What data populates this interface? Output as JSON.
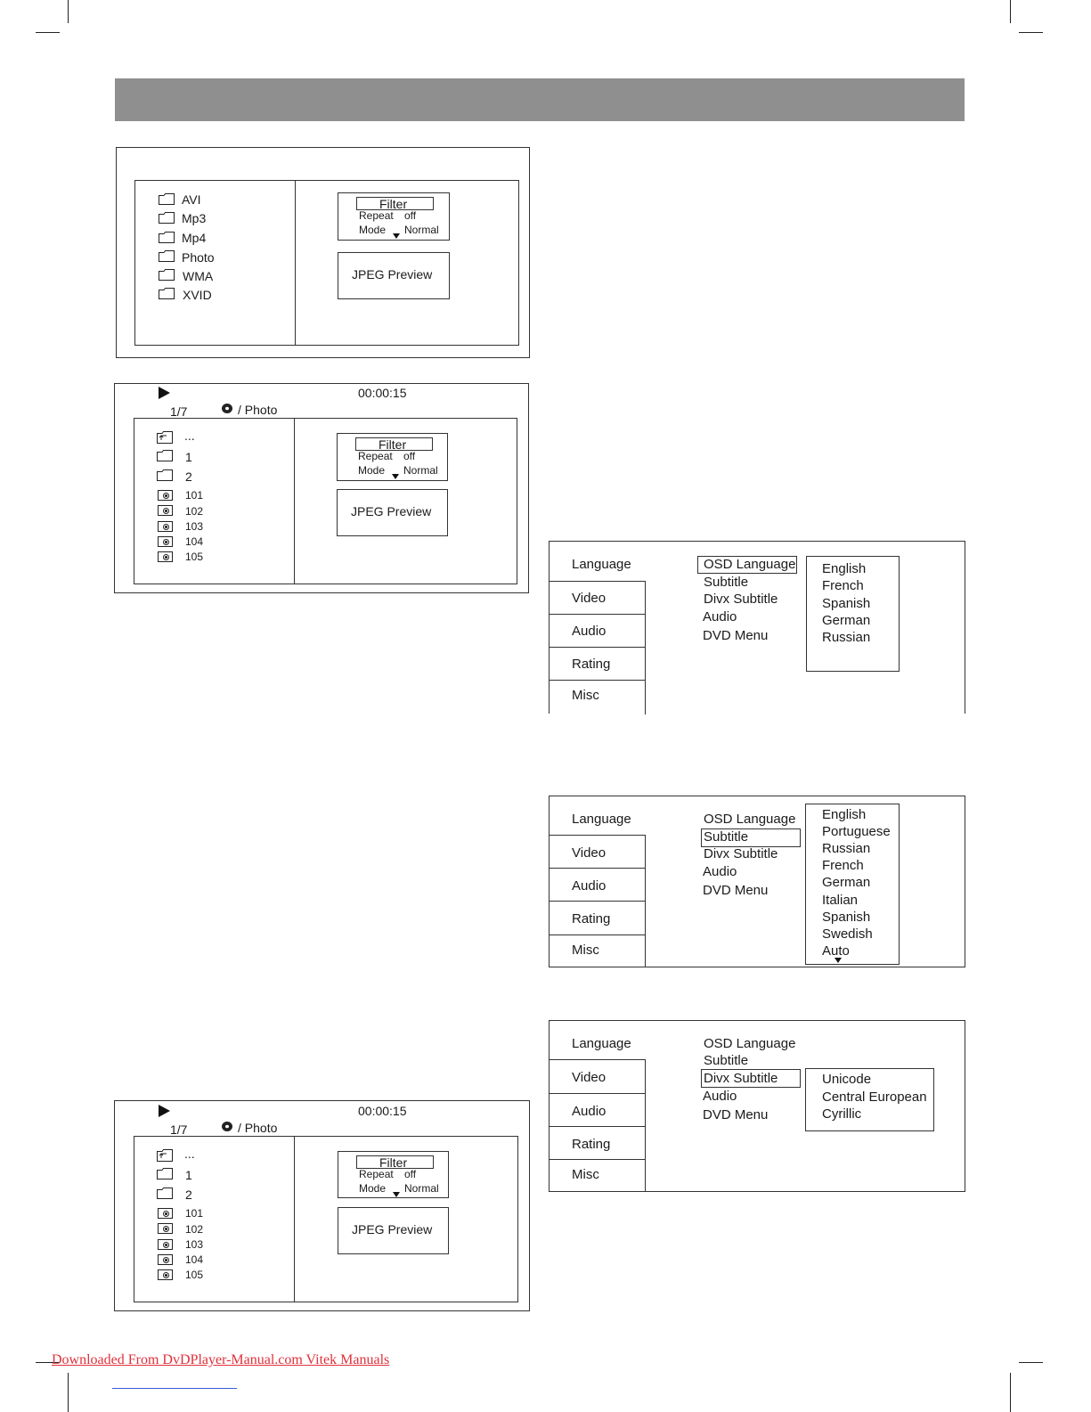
{
  "footer": {
    "link": "Downloaded From DvDPlayer-Manual.com Vitek Manuals"
  },
  "browser1": {
    "folders": [
      "AVI",
      "Mp3",
      "Mp4",
      "Photo",
      "WMA",
      "XVID"
    ],
    "filter_title": "Filter",
    "repeat_label": "Repeat",
    "repeat_value": "off",
    "mode_label": "Mode",
    "mode_value": "Normal",
    "preview": "JPEG Preview"
  },
  "browser2": {
    "time": "00:00:15",
    "counter": "1/7",
    "path": "/ Photo",
    "up": "...",
    "folders": [
      "1",
      "2"
    ],
    "files": [
      "101",
      "102",
      "103",
      "104",
      "105"
    ],
    "filter_title": "Filter",
    "repeat_label": "Repeat",
    "repeat_value": "off",
    "mode_label": "Mode",
    "mode_value": "Normal",
    "preview": "JPEG Preview"
  },
  "browser3": {
    "time": "00:00:15",
    "counter": "1/7",
    "path": "/ Photo",
    "up": "...",
    "folders": [
      "1",
      "2"
    ],
    "files": [
      "101",
      "102",
      "103",
      "104",
      "105"
    ],
    "filter_title": "Filter",
    "repeat_label": "Repeat",
    "repeat_value": "off",
    "mode_label": "Mode",
    "mode_value": "Normal",
    "preview": "JPEG Preview"
  },
  "setup": {
    "tabs": [
      "Language",
      "Video",
      "Audio",
      "Rating",
      "Misc"
    ],
    "items": [
      "OSD Language",
      "Subtitle",
      "Divx Subtitle",
      "Audio",
      "DVD Menu"
    ]
  },
  "menu1": {
    "options": [
      "English",
      "French",
      "Spanish",
      "German",
      "Russian"
    ]
  },
  "menu2": {
    "options": [
      "English",
      "Portuguese",
      "Russian",
      "French",
      "German",
      "Italian",
      "Spanish",
      "Swedish",
      "Auto"
    ]
  },
  "menu3": {
    "options": [
      "Unicode",
      "Central European",
      "Cyrillic"
    ]
  }
}
